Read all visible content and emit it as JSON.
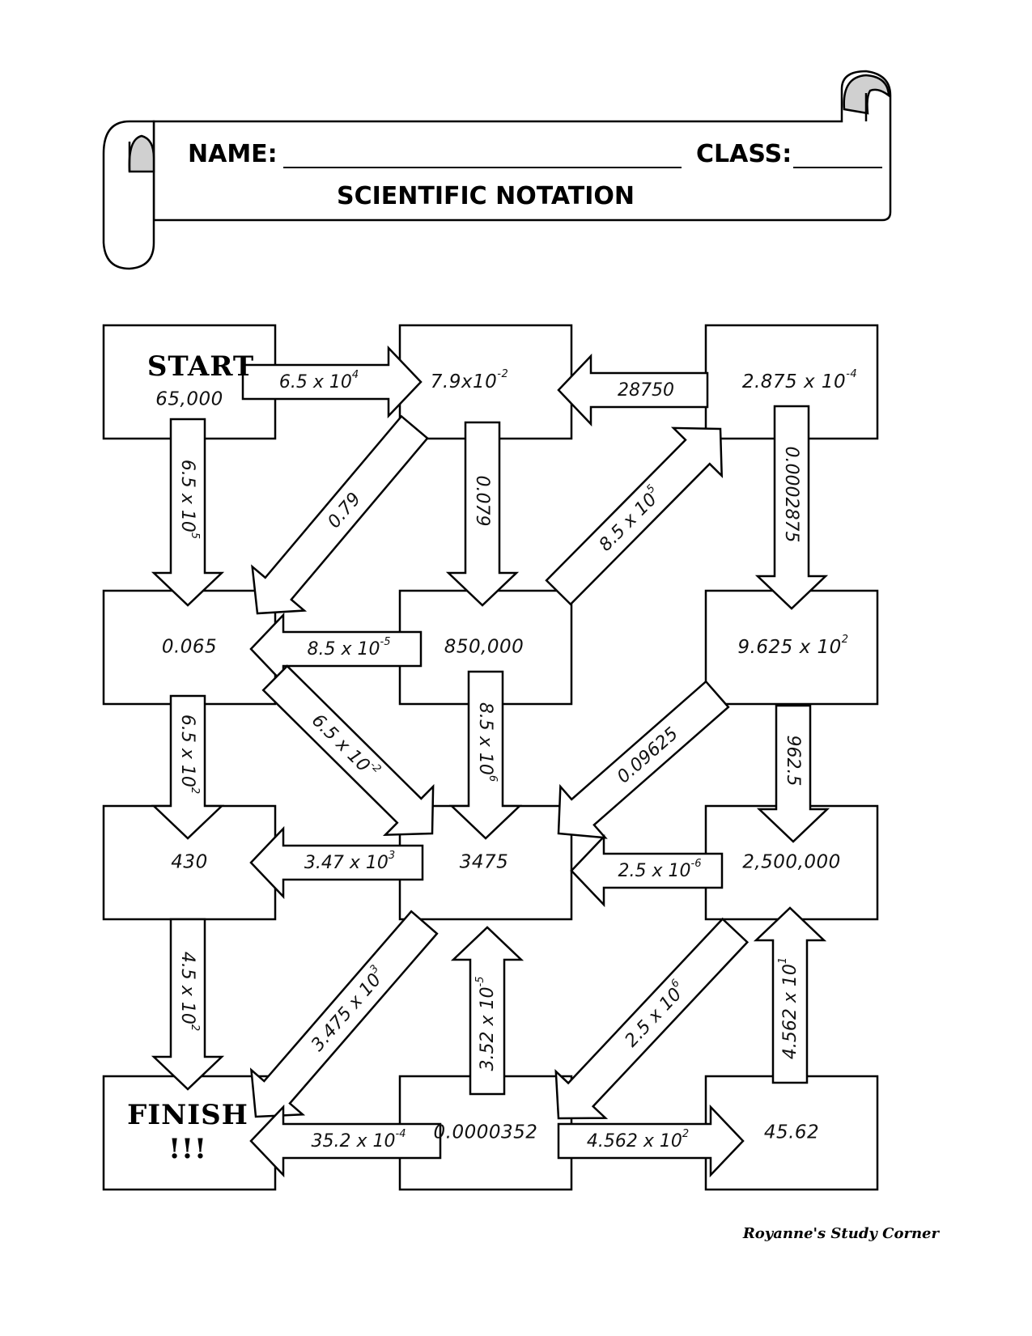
{
  "header": {
    "name_label": "NAME:",
    "class_label": "CLASS:",
    "title": "SCIENTIFIC NOTATION"
  },
  "maze": {
    "start_label": "START",
    "finish_label": "FINISH",
    "finish_exclaim": "!!!",
    "boxes": {
      "r0c0": "65,000",
      "r0c1": "7.9x10^-2",
      "r0c2": "2.875 x 10^-4",
      "r1c0": "0.065",
      "r1c1": "850,000",
      "r1c2": "9.625 x 10^2",
      "r2c0": "430",
      "r2c1": "3475",
      "r2c2": "2,500,000",
      "r3c0": "",
      "r3c1": "0.0000352",
      "r3c2": "45.62"
    },
    "arrows": {
      "a_r0_right": "6.5 x 10^4",
      "a_r0_left": "28750",
      "a_c0_down1": "6.5 x 10^5",
      "a_diag_079": "0.79",
      "a_c1_down1": "0.079",
      "a_diag_up_85e5": "8.5 x 10^5",
      "a_c2_down1": "0.0002875",
      "a_r1_left": "8.5 x 10^-5",
      "a_c0_down2": "6.5 x 10^2",
      "a_diag_65e-2": "6.5 x 10^-2",
      "a_c1_down2": "8.5 x 10^6",
      "a_diag_09625": "0.09625",
      "a_c2_down2": "962.5",
      "a_r2_left": "3.47 x 10^3",
      "a_r2_left2": "2.5 x 10^-6",
      "a_c0_down3": "4.5 x 10^2",
      "a_diag_3475e3": "3.475 x 10^3",
      "a_c1_up3": "3.52 x 10^-5",
      "a_diag_25e6": "2.5 x 10^6",
      "a_c2_up3": "4.562 x 10^1",
      "a_r3_left": "35.2 x 10^-4",
      "a_r3_right": "4.562 x 10^2"
    }
  },
  "footer": {
    "credit": "Royanne's Study Corner"
  }
}
